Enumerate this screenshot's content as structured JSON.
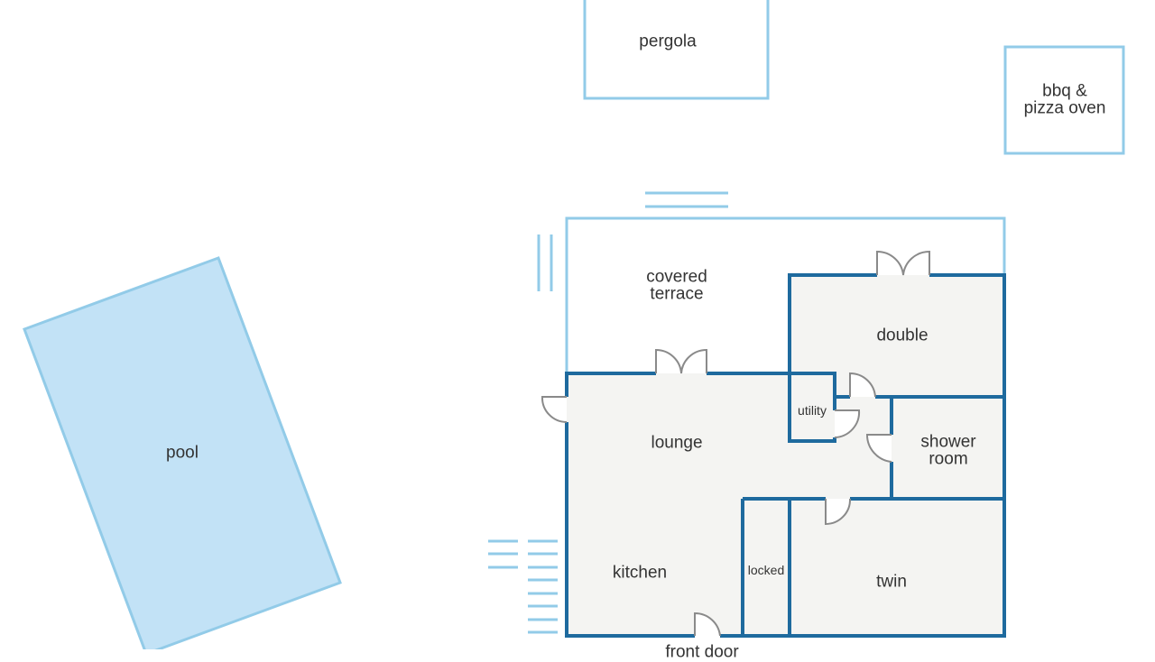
{
  "colors": {
    "wall": "#1e6a9e",
    "outdoor": "#92cbe8",
    "pool_fill": "#c2e2f6",
    "room_fill": "#f4f4f2",
    "door": "#8a8a8a",
    "text": "#333333"
  },
  "labels": {
    "pergola": "pergola",
    "bbq_line1": "bbq &",
    "bbq_line2": "pizza oven",
    "terrace_line1": "covered",
    "terrace_line2": "terrace",
    "pool": "pool",
    "double": "double",
    "utility": "utility",
    "lounge": "lounge",
    "shower_line1": "shower",
    "shower_line2": "room",
    "kitchen": "kitchen",
    "locked": "locked",
    "twin": "twin",
    "front_door": "front door"
  }
}
